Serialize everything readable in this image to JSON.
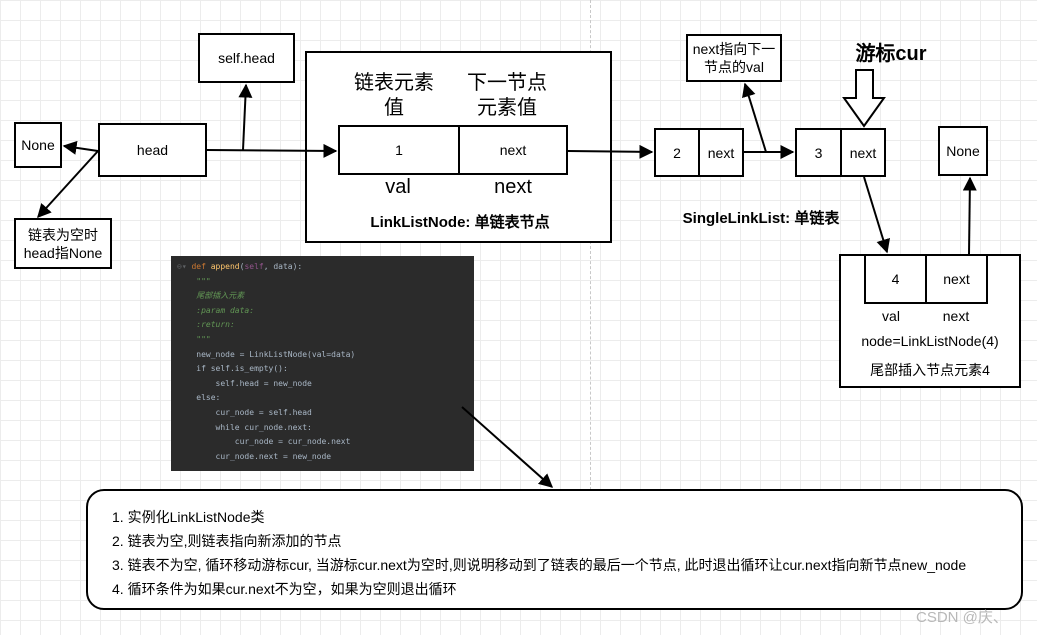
{
  "nodes": {
    "none_left": "None",
    "head": "head",
    "self_head": "self.head",
    "empty_note_line1": "链表为空时",
    "empty_note_line2": "head指None",
    "node1_val": "1",
    "node1_next": "next",
    "node1_header_val_line1": "链表元素",
    "node1_header_val_line2": "值",
    "node1_header_next_line1": "下一节点",
    "node1_header_next_line2": "元素值",
    "node1_label_val": "val",
    "node1_label_next": "next",
    "node_caption": "LinkListNode: 单链表节点",
    "node2_val": "2",
    "node2_next": "next",
    "next_note_line1": "next指向下一",
    "next_note_line2": "节点的val",
    "node3_val": "3",
    "node3_next": "next",
    "cursor_label": "游标cur",
    "list_caption": "SingleLinkList: 单链表",
    "none_right": "None",
    "node4_val": "4",
    "node4_next": "next",
    "node4_label_val": "val",
    "node4_label_next": "next",
    "node4_caption1": "node=LinkListNode(4)",
    "node4_caption2": "尾部插入节点元素4"
  },
  "code_lines": [
    "def append(self, data):",
    "    \"\"\"",
    "    尾部插入元素",
    "    :param data:",
    "    :return:",
    "    \"\"\"",
    "    new_node = LinkListNode(val=data)",
    "    if self.is_empty():",
    "        self.head = new_node",
    "    else:",
    "        cur_node = self.head",
    "        while cur_node.next:",
    "            cur_node = cur_node.next",
    "        cur_node.next = new_node"
  ],
  "notes": [
    "1. 实例化LinkListNode类",
    "2. 链表为空,则链表指向新添加的节点",
    "3. 链表不为空, 循环移动游标cur, 当游标cur.next为空时,则说明移动到了链表的最后一个节点, 此时退出循环让cur.next指向新节点new_node",
    "4. 循环条件为如果cur.next不为空，如果为空则退出循环"
  ],
  "watermark": "CSDN @庆、"
}
